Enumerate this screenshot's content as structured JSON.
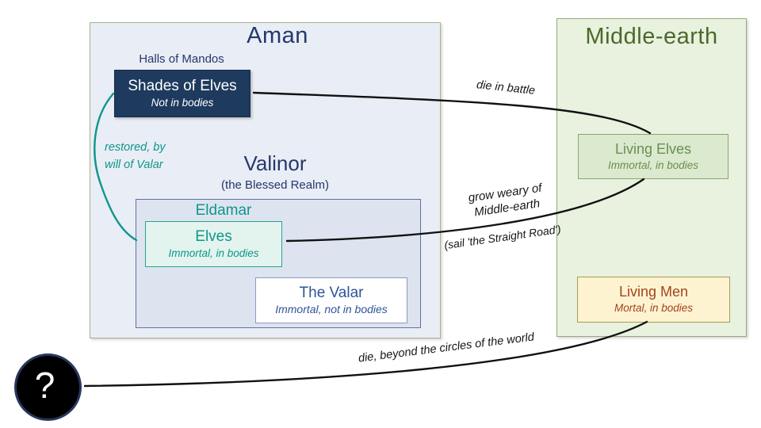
{
  "regions": {
    "aman": {
      "title": "Aman",
      "halls_label": "Halls of Mandos",
      "valinor_title": "Valinor",
      "valinor_subtitle": "(the Blessed Realm)",
      "eldamar_title": "Eldamar"
    },
    "middle_earth": {
      "title": "Middle-earth"
    }
  },
  "nodes": {
    "shades_of_elves": {
      "title": "Shades of Elves",
      "subtitle": "Not in bodies"
    },
    "elves": {
      "title": "Elves",
      "subtitle": "Immortal, in bodies"
    },
    "valar": {
      "title": "The Valar",
      "subtitle": "Immortal, not in bodies"
    },
    "living_elves": {
      "title": "Living Elves",
      "subtitle": "Immortal, in bodies"
    },
    "living_men": {
      "title": "Living Men",
      "subtitle": "Mortal, in bodies"
    },
    "unknown": {
      "label": "?"
    }
  },
  "edges": {
    "die_in_battle": {
      "label": "die in battle",
      "from": "Living Elves",
      "to": "Shades of Elves"
    },
    "grow_weary": {
      "label_line1": "grow weary of",
      "label_line2": "Middle-earth",
      "sublabel": "(sail 'the Straight Road')",
      "from": "Living Elves",
      "to": "Elves"
    },
    "restored": {
      "label_line1": "restored, by",
      "label_line2": "will of Valar",
      "from": "Shades of Elves",
      "to": "Elves"
    },
    "die_beyond": {
      "label": "die, beyond the circles of the world",
      "from": "Living Men",
      "to": "?"
    }
  },
  "colors": {
    "aman_fill": "#e9edf5",
    "aman_border": "#a9b388",
    "navy_text": "#24386b",
    "shades_fill": "#1e3a5e",
    "shades_border": "#152b47",
    "teal": "#0f968c",
    "eldamar_fill": "#dde4f0",
    "eldamar_border": "#5e71a3",
    "elves_fill": "#e2f4ed",
    "elves_border": "#27a195",
    "valar_border": "#8a9cc2",
    "valar_text": "#2f5496",
    "me_fill": "#e8f2df",
    "me_border": "#9aaa77",
    "me_text": "#4d682b",
    "living_elves_fill": "#dbe9cf",
    "living_elves_border": "#8ba56c",
    "living_elves_text": "#6b8f4e",
    "living_men_fill": "#fdf3d1",
    "living_men_border": "#a89a55",
    "living_men_text": "#a5421e",
    "arrow_black": "#111111",
    "unknown_fill": "#000000",
    "unknown_ring": "#27375c"
  }
}
